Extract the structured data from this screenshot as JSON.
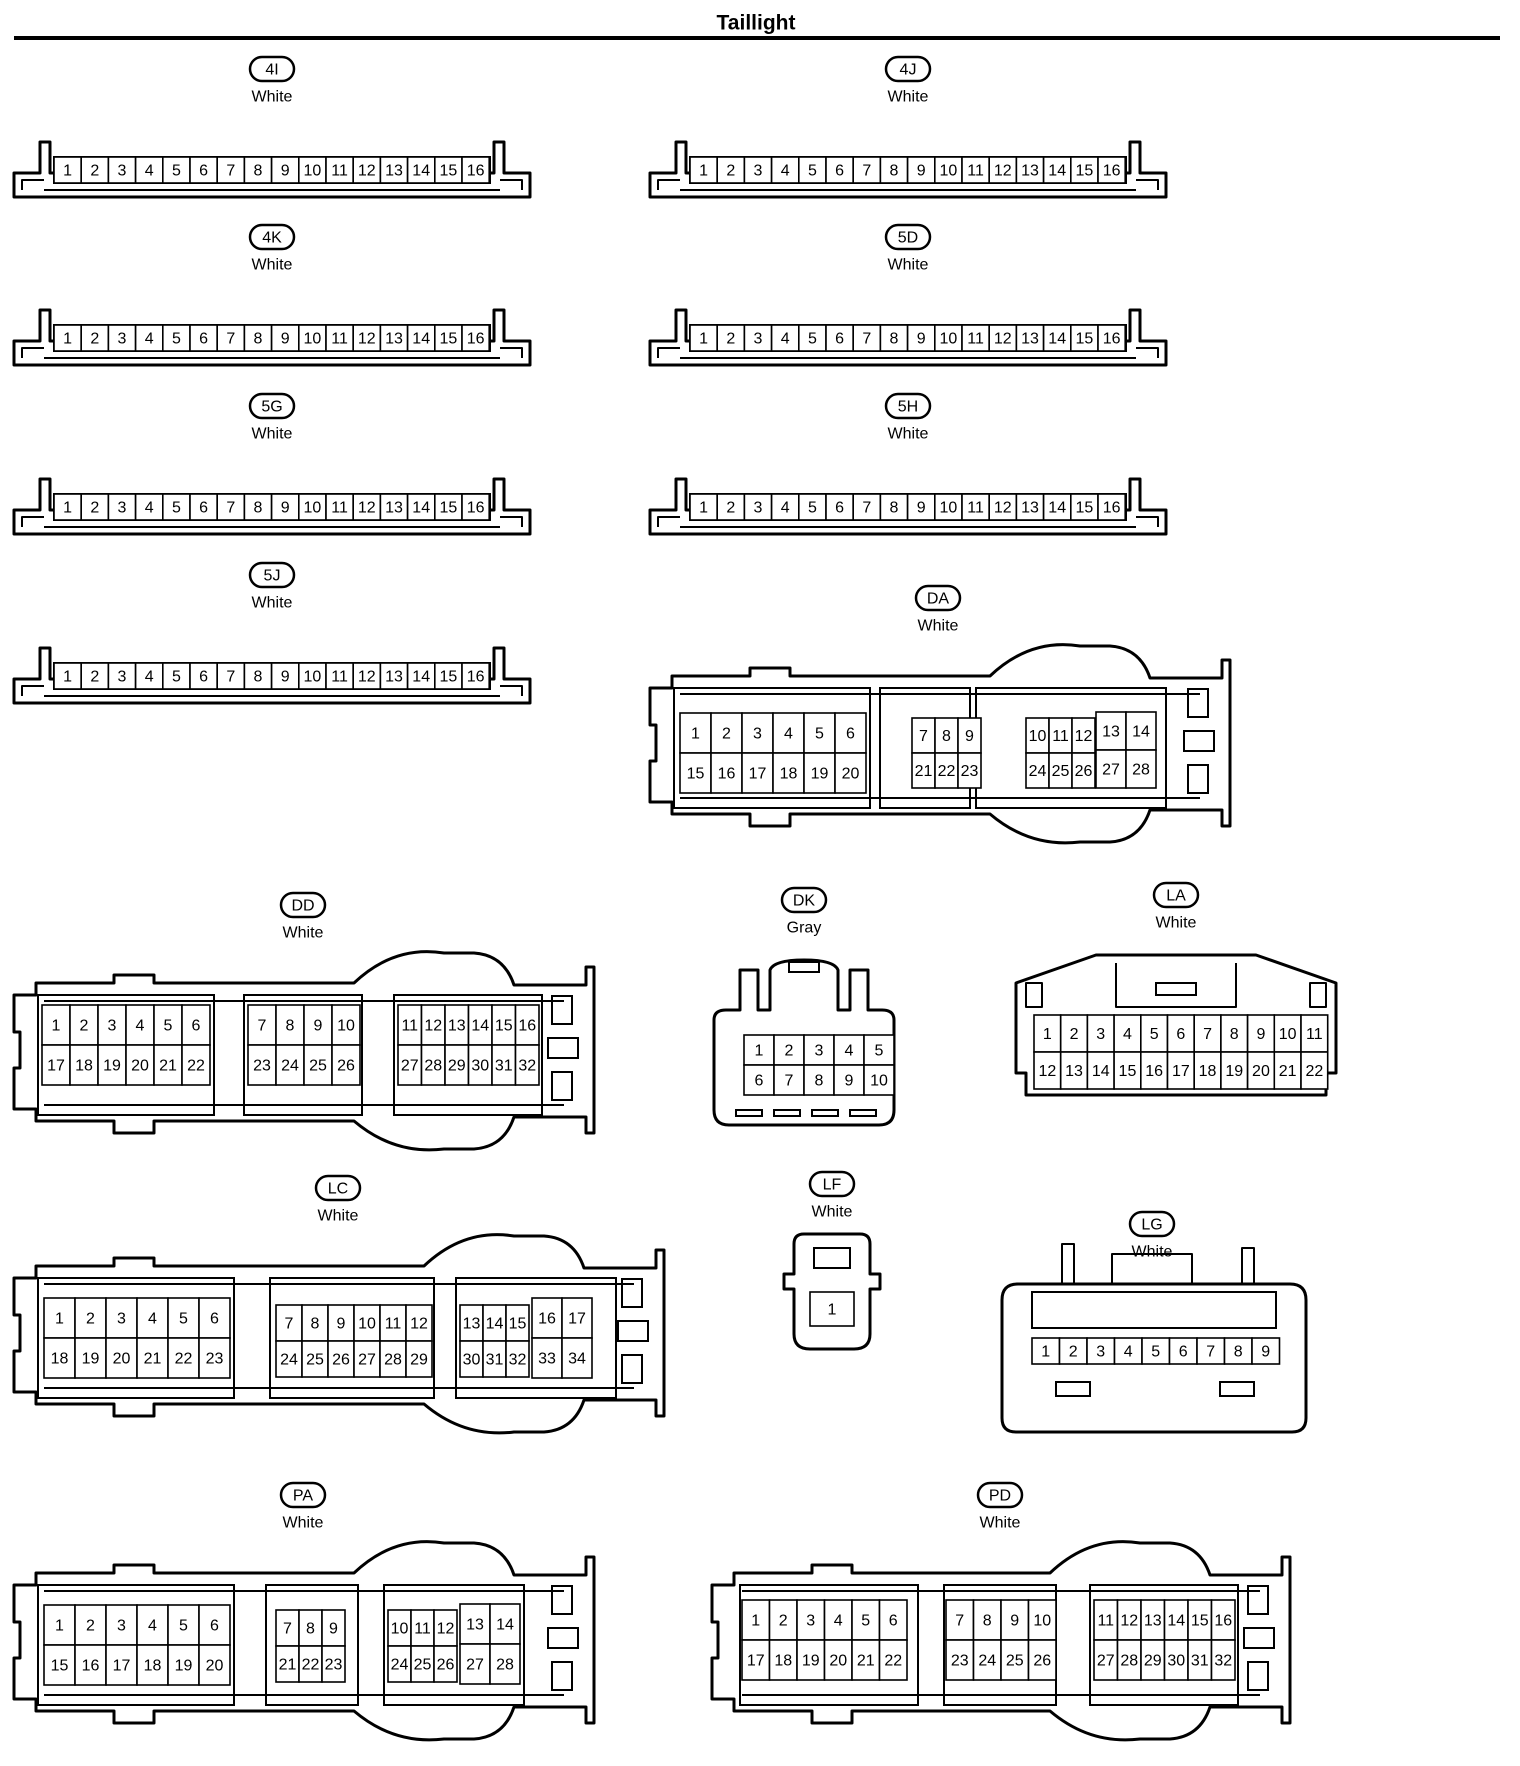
{
  "title": "Taillight",
  "connectors": [
    {
      "id": "4I",
      "color": "White",
      "pins": [
        1,
        2,
        3,
        4,
        5,
        6,
        7,
        8,
        9,
        10,
        11,
        12,
        13,
        14,
        15,
        16
      ]
    },
    {
      "id": "4J",
      "color": "White",
      "pins": [
        1,
        2,
        3,
        4,
        5,
        6,
        7,
        8,
        9,
        10,
        11,
        12,
        13,
        14,
        15,
        16
      ]
    },
    {
      "id": "4K",
      "color": "White",
      "pins": [
        1,
        2,
        3,
        4,
        5,
        6,
        7,
        8,
        9,
        10,
        11,
        12,
        13,
        14,
        15,
        16
      ]
    },
    {
      "id": "5D",
      "color": "White",
      "pins": [
        1,
        2,
        3,
        4,
        5,
        6,
        7,
        8,
        9,
        10,
        11,
        12,
        13,
        14,
        15,
        16
      ]
    },
    {
      "id": "5G",
      "color": "White",
      "pins": [
        1,
        2,
        3,
        4,
        5,
        6,
        7,
        8,
        9,
        10,
        11,
        12,
        13,
        14,
        15,
        16
      ]
    },
    {
      "id": "5H",
      "color": "White",
      "pins": [
        1,
        2,
        3,
        4,
        5,
        6,
        7,
        8,
        9,
        10,
        11,
        12,
        13,
        14,
        15,
        16
      ]
    },
    {
      "id": "5J",
      "color": "White",
      "pins": [
        1,
        2,
        3,
        4,
        5,
        6,
        7,
        8,
        9,
        10,
        11,
        12,
        13,
        14,
        15,
        16
      ]
    },
    {
      "id": "DA",
      "color": "White",
      "pins": [
        1,
        2,
        3,
        4,
        5,
        6,
        7,
        8,
        9,
        10,
        11,
        12,
        13,
        14,
        15,
        16,
        17,
        18,
        19,
        20,
        21,
        22,
        23,
        24,
        25,
        26,
        27,
        28
      ]
    },
    {
      "id": "DD",
      "color": "White",
      "pins": [
        1,
        2,
        3,
        4,
        5,
        6,
        7,
        8,
        9,
        10,
        11,
        12,
        13,
        14,
        15,
        16,
        17,
        18,
        19,
        20,
        21,
        22,
        23,
        24,
        25,
        26,
        27,
        28,
        29,
        30,
        31,
        32
      ]
    },
    {
      "id": "DK",
      "color": "Gray",
      "pins": [
        1,
        2,
        3,
        4,
        5,
        6,
        7,
        8,
        9,
        10
      ]
    },
    {
      "id": "LA",
      "color": "White",
      "pins": [
        1,
        2,
        3,
        4,
        5,
        6,
        7,
        8,
        9,
        10,
        11,
        12,
        13,
        14,
        15,
        16,
        17,
        18,
        19,
        20,
        21,
        22
      ]
    },
    {
      "id": "LC",
      "color": "White",
      "pins": [
        1,
        2,
        3,
        4,
        5,
        6,
        7,
        8,
        9,
        10,
        11,
        12,
        13,
        14,
        15,
        16,
        17,
        18,
        19,
        20,
        21,
        22,
        23,
        24,
        25,
        26,
        27,
        28,
        29,
        30,
        31,
        32,
        33,
        34
      ]
    },
    {
      "id": "LF",
      "color": "White",
      "pins": [
        1
      ]
    },
    {
      "id": "LG",
      "color": "White",
      "pins": [
        1,
        2,
        3,
        4,
        5,
        6,
        7,
        8,
        9
      ]
    },
    {
      "id": "PA",
      "color": "White",
      "pins": [
        1,
        2,
        3,
        4,
        5,
        6,
        7,
        8,
        9,
        10,
        11,
        12,
        13,
        14,
        15,
        16,
        17,
        18,
        19,
        20,
        21,
        22,
        23,
        24,
        25,
        26,
        27,
        28
      ]
    },
    {
      "id": "PD",
      "color": "White",
      "pins": [
        1,
        2,
        3,
        4,
        5,
        6,
        7,
        8,
        9,
        10,
        11,
        12,
        13,
        14,
        15,
        16,
        17,
        18,
        19,
        20,
        21,
        22,
        23,
        24,
        25,
        26,
        27,
        28,
        29,
        30,
        31,
        32
      ]
    }
  ]
}
